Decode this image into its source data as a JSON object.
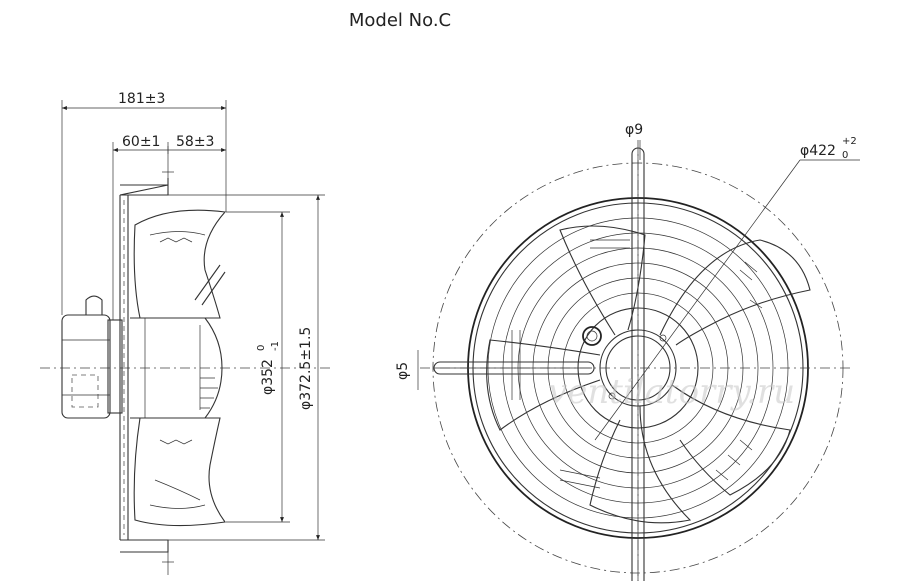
{
  "title": "Model No.C",
  "side_view": {
    "depth_total": "181±3",
    "depth_a": "60±1",
    "depth_b": "58±3",
    "dia_impeller": "φ352",
    "dia_impeller_tol_upper": "0",
    "dia_impeller_tol_lower": "-1",
    "dia_mount": "φ372.5±1.5"
  },
  "front_view": {
    "hole_dia": "φ9",
    "outer_dia": "φ422",
    "outer_dia_tol_upper": "+2",
    "outer_dia_tol_lower": "0",
    "slot_dia": "φ5"
  },
  "watermark": "ventilatorry.ru"
}
